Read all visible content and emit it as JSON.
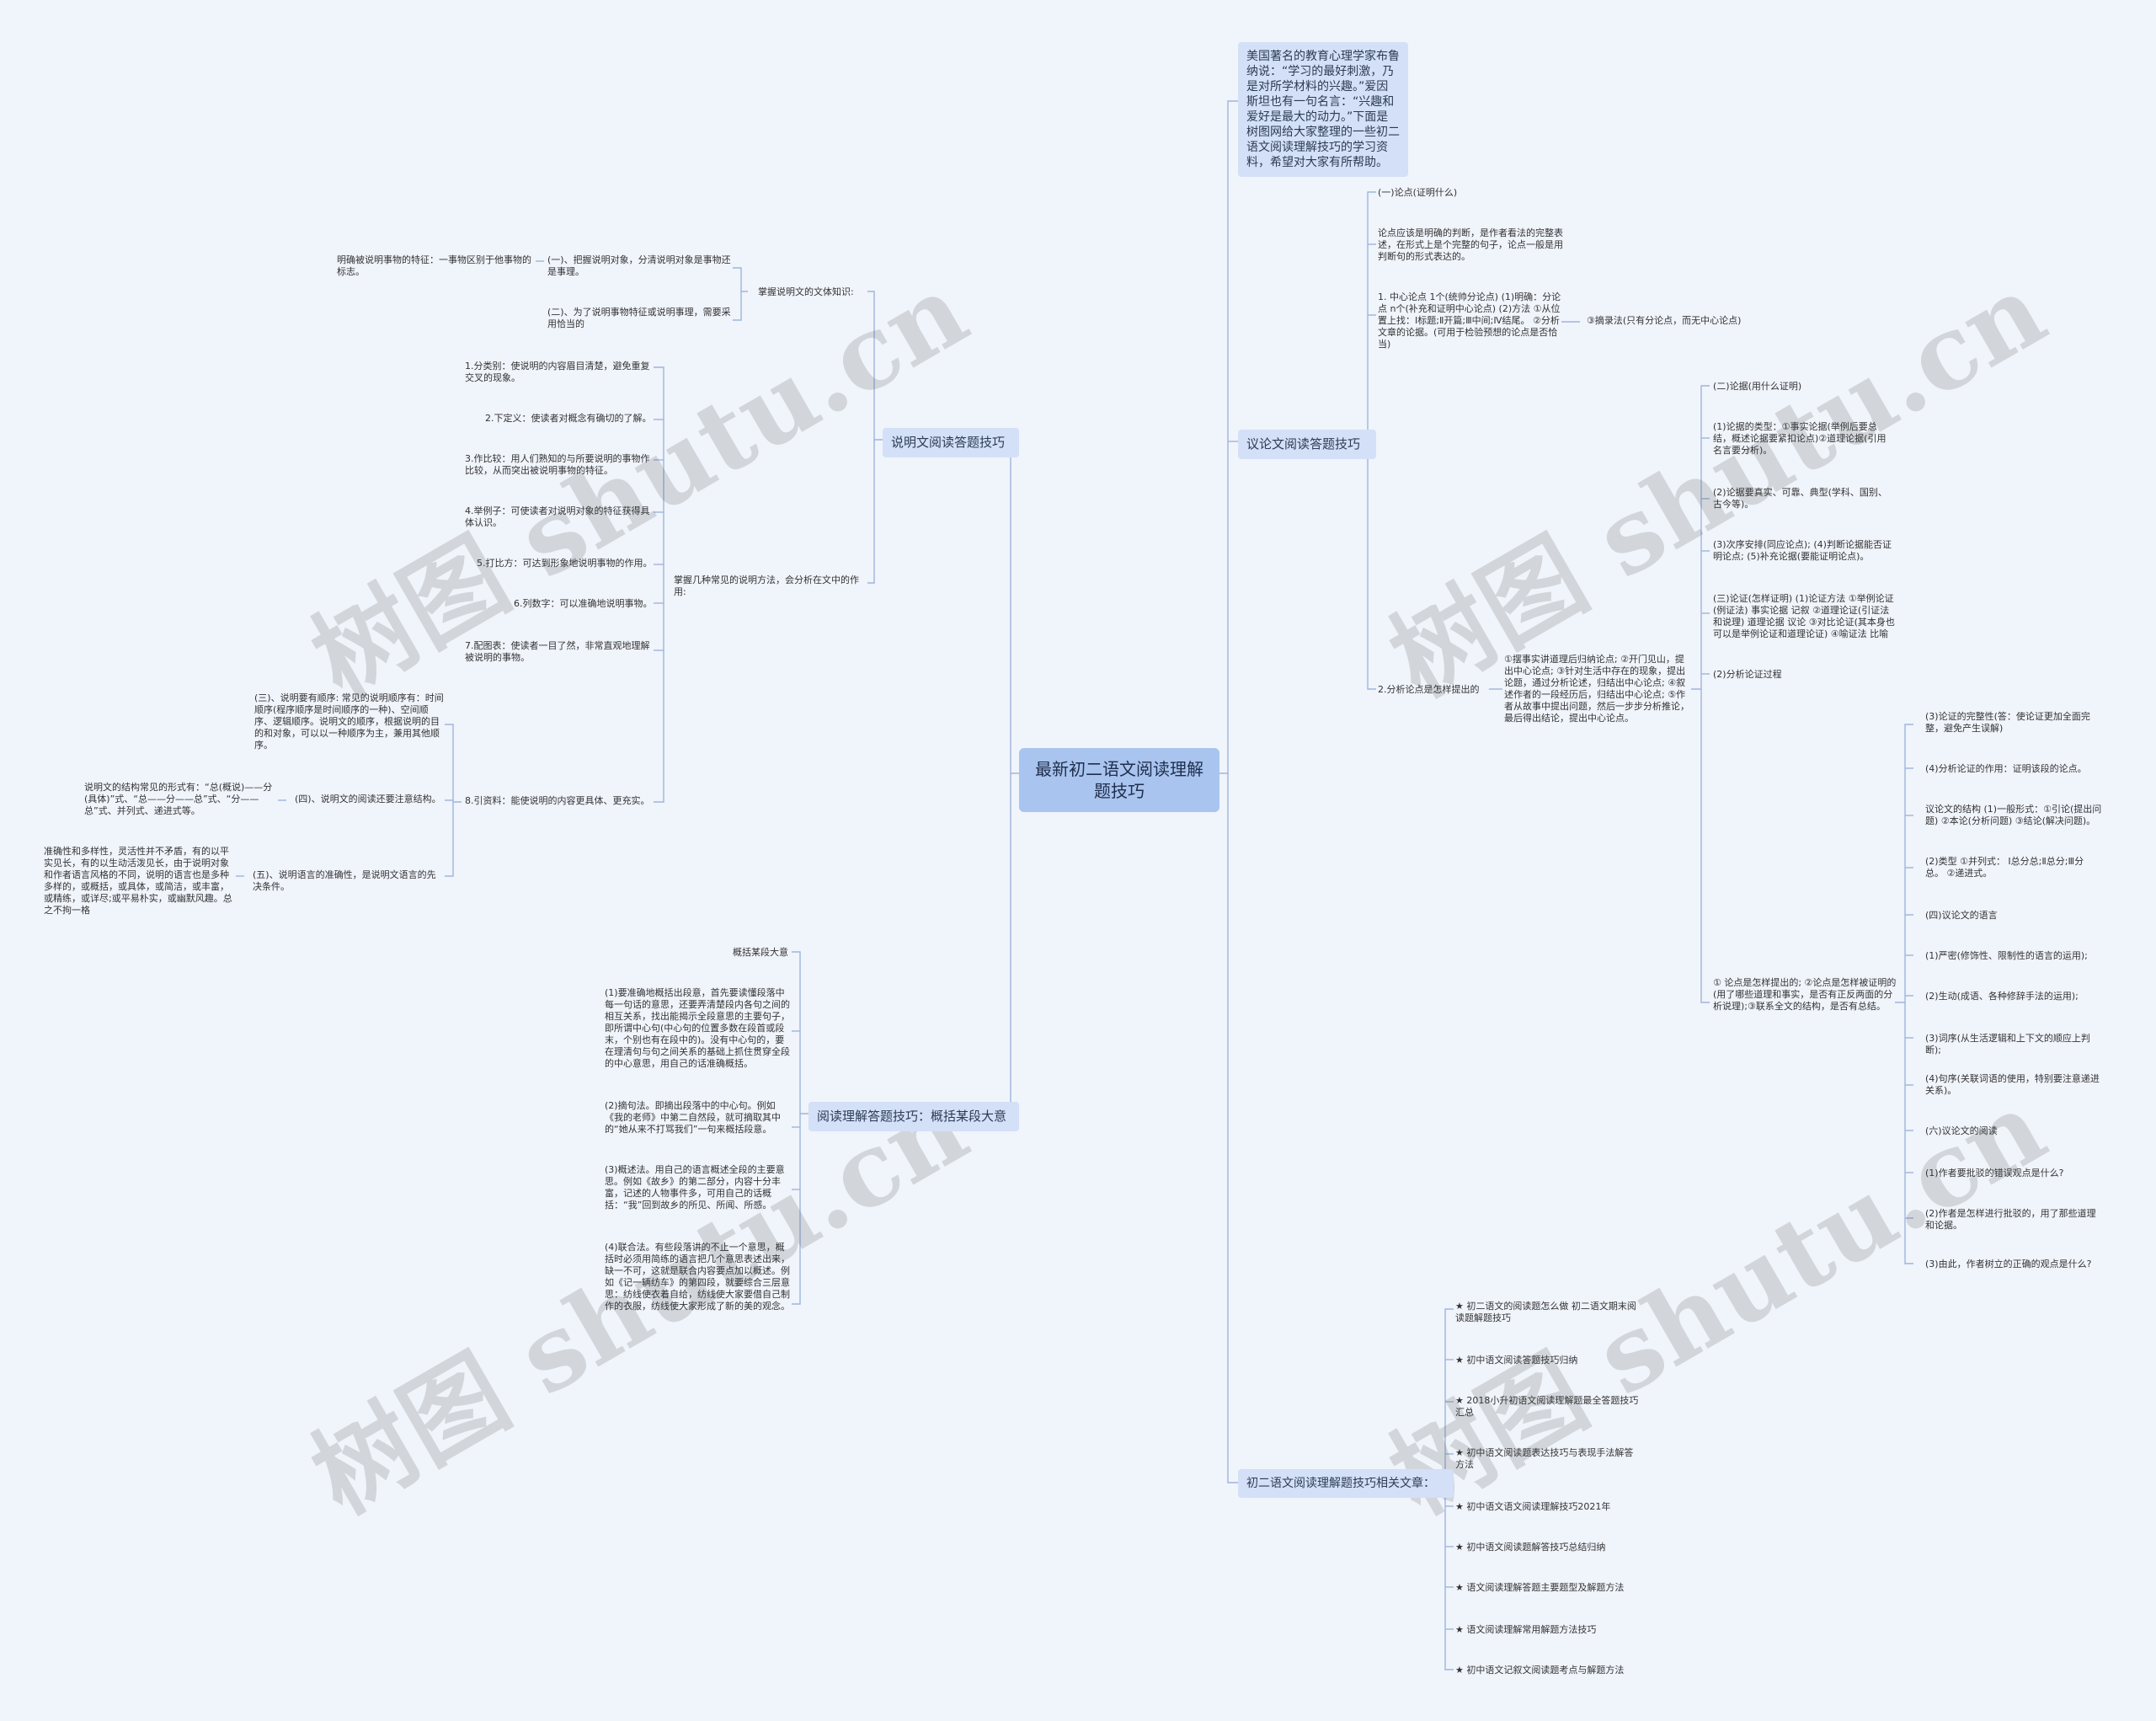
{
  "root": "最新初二语文阅读理解题技巧",
  "intro": "美国著名的教育心理学家布鲁纳说：“学习的最好刺激，乃是对所学材料的兴趣。”爱因斯坦也有一句名言：“兴趣和爱好是最大的动力。”下面是树图网给大家整理的一些初二语文阅读理解技巧的学习资料，希望对大家有所帮助。",
  "watermark": "树图 shutu.cn",
  "sm": {
    "title": "说明文阅读答题技巧",
    "know": "掌握说明文的文体知识:",
    "k1": "(一)、把握说明对象，分清说明对象是事物还是事理。",
    "k1a": "明确被说明事物的特征：一事物区别于他事物的标志。",
    "k2": "(二)、为了说明事物特征或说明事理，需要采用恰当的",
    "methods": "掌握几种常见的说明方法，会分析在文中的作用:",
    "m1": "1.分类别：使说明的内容眉目清楚，避免重复交叉的现象。",
    "m2": "2.下定义：使读者对概念有确切的了解。",
    "m3": "3.作比较：用人们熟知的与所要说明的事物作比较，从而突出被说明事物的特征。",
    "m4": "4.举例子：可使读者对说明对象的特征获得具体认识。",
    "m5": "5.打比方：可达到形象地说明事物的作用。",
    "m6": "6.列数字：可以准确地说明事物。",
    "m7": "7.配图表：使读者一目了然，非常直观地理解被说明的事物。",
    "m8": "8.引资料：能使说明的内容更具体、更充实。",
    "s3": "(三)、说明要有顺序: 常见的说明顺序有：时间顺序(程序顺序是时间顺序的一种)、空间顺序、逻辑顺序。说明文的顺序，根据说明的目的和对象，可以以一种顺序为主，兼用其他顺序。",
    "s4": "(四)、说明文的阅读还要注意结构。",
    "s4a": "说明文的结构常见的形式有：“总(概说)——分(具体)”式、“总——分——总”式、“分——总”式、并列式、递进式等。",
    "s5": "(五)、说明语言的准确性，是说明文语言的先决条件。",
    "s5a": "准确性和多样性，灵活性并不矛盾，有的以平实见长，有的以生动活泼见长，由于说明对象和作者语言风格的不同，说明的语言也是多种多样的，或概括，或具体，或简洁，或丰富，或精练，或详尽;或平易朴实，或幽默风趣。总之不拘一格"
  },
  "yd": {
    "title": "阅读理解答题技巧：概括某段大意",
    "head": "概括某段大意",
    "p1": "(1)要准确地概括出段意，首先要读懂段落中每一句话的意思，还要弄清楚段内各句之间的相互关系，找出能揭示全段意思的主要句子，即所谓中心句(中心句的位置多数在段首或段末，个别也有在段中的)。没有中心句的，要在理清句与句之间关系的基础上抓住贯穿全段的中心意思，用自己的话准确概括。",
    "p2": "(2)摘句法。即摘出段落中的中心句。例如《我的老师》中第二自然段，就可摘取其中的“她从来不打骂我们”一句来概括段意。",
    "p3": "(3)概述法。用自己的语言概述全段的主要意思。例如《故乡》的第二部分，内容十分丰富，记述的人物事件多，可用自己的话概括：“我”回到故乡的所见、所闻、所感。",
    "p4": "(4)联合法。有些段落讲的不止一个意思，概括时必须用简练的语言把几个意思表述出来，缺一不可，这就是联合内容要点加以概述。例如《记一辆纺车》的第四段，就要综合三层意思：纺线使衣着自给，纺线使大家要借自己制作的衣服，纺线使大家形成了新的美的观念。"
  },
  "yl": {
    "title": "议论文阅读答题技巧",
    "g1": "(一)论点(证明什么)",
    "g1a": "论点应该是明确的判断，是作者看法的完整表述，在形式上是个完整的句子，论点一般是用判断句的形式表达的。",
    "g1b": "1. 中心论点 1个(统帅分论点) (1)明确：分论点 n个(补充和证明中心论点) (2)方法 ①从位置上找：Ⅰ标题;Ⅱ开篇;Ⅲ中间;Ⅳ结尾。 ②分析文章的论据。(可用于检验预想的论点是否恰当)",
    "g1c": "③摘录法(只有分论点，而无中心论点)",
    "g2": "2.分析论点是怎样提出的",
    "g2a": "①摆事实讲道理后归纳论点; ②开门见山，提出中心论点; ③针对生活中存在的现象，提出论题，通过分析论述，归结出中心论点; ④叙述作者的一段经历后，归结出中心论点; ⑤作者从故事中提出问题，然后一步步分析推论，最后得出结论，提出中心论点。",
    "r0": "(二)论据(用什么证明)",
    "r1": "(1)论据的类型：①事实论据(举例后要总结，概述论据要紧扣论点)②道理论据(引用名言要分析)。",
    "r2": "(2)论据要真实、可靠、典型(学科、国别、古今等)。",
    "r3": "(3)次序安排(同应论点); (4)判断论据能否证明论点; (5)补充论据(要能证明论点)。",
    "r4": "(三)论证(怎样证明) (1)论证方法 ①举例论证(例证法) 事实论据 记叙 ②道理论证(引证法和说理) 道理论据 议论 ③对比论证(其本身也可以是举例论证和道理论证) ④喻证法 比喻",
    "r5": "(2)分析论证过程",
    "r6": "① 论点是怎样提出的; ②论点是怎样被证明的(用了哪些道理和事实，是否有正反两面的分析说理);③联系全文的结构，是否有总结。",
    "q": [
      "(3)论证的完整性(答：使论证更加全面完整，避免产生误解)",
      "(4)分析论证的作用：证明该段的论点。",
      "议论文的结构 (1)一般形式：①引论(提出问题) ②本论(分析问题) ③结论(解决问题)。",
      "(2)类型 ①并列式： Ⅰ总分总;Ⅱ总分;Ⅲ分总。 ②递进式。",
      "(四)议论文的语言",
      "(1)严密(修饰性、限制性的语言的运用);",
      "(2)生动(成语、各种修辞手法的运用);",
      "(3)词序(从生活逻辑和上下文的顺应上判断);",
      "(4)句序(关联词语的使用，特别要注意递进关系)。",
      "(六)议论文的阅读",
      "(1)作者要批驳的错误观点是什么?",
      "(2)作者是怎样进行批驳的，用了那些道理和论据。",
      "(3)由此，作者树立的正确的观点是什么?"
    ]
  },
  "xg": {
    "title": "初二语文阅读理解题技巧相关文章：",
    "items": [
      "★ 初二语文的阅读题怎么做 初二语文期末阅读题解题技巧",
      "★ 初中语文阅读答题技巧归纳",
      "★ 2018小升初语文阅读理解题最全答题技巧汇总",
      "★ 初中语文阅读题表达技巧与表现手法解答方法",
      "★ 初中语文语文阅读理解技巧2021年",
      "★ 初中语文阅读题解答技巧总结归纳",
      "★ 语文阅读理解答题主要题型及解题方法",
      "★ 语文阅读理解常用解题方法技巧",
      "★ 初中语文记叙文阅读题考点与解题方法"
    ]
  }
}
